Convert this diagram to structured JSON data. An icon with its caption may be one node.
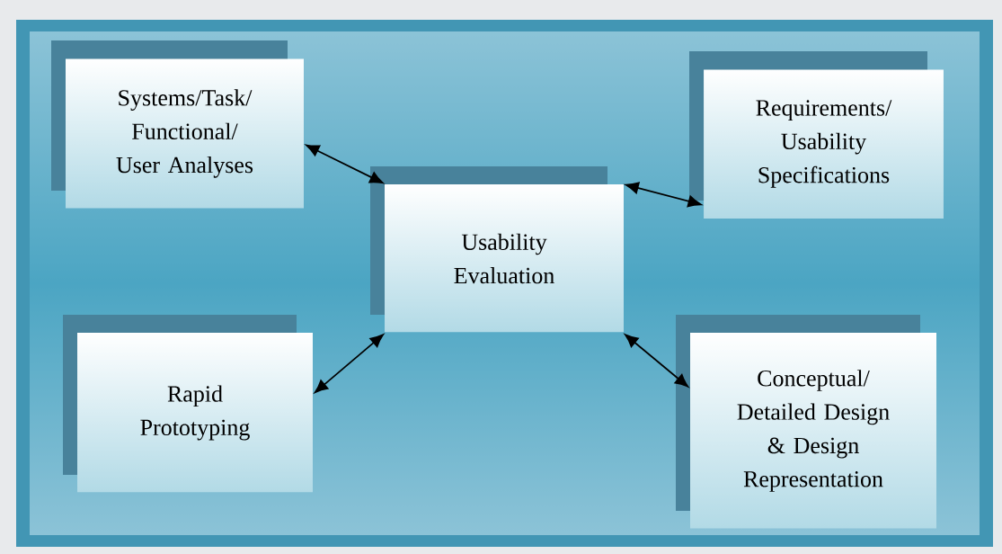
{
  "diagram": {
    "nodes": [
      {
        "text": [
          "Systems/Task/ Functional/ User Analyses"
        ]
      },
      {
        "text": [
          "Requirements/ Usability Specifications"
        ]
      },
      {
        "text": [
          "Usability Evaluation"
        ]
      },
      {
        "text": [
          "Rapid Prototyping"
        ]
      },
      {
        "text": [
          "Conceptual/ Detailed Design & Design Representation"
        ]
      }
    ],
    "edges": [
      {
        "from": 0,
        "to": 2,
        "arrow": "both"
      },
      {
        "from": 1,
        "to": 2,
        "arrow": "both"
      },
      {
        "from": 2,
        "to": 3,
        "arrow": "both"
      },
      {
        "from": 2,
        "to": 4,
        "arrow": "both"
      }
    ]
  }
}
